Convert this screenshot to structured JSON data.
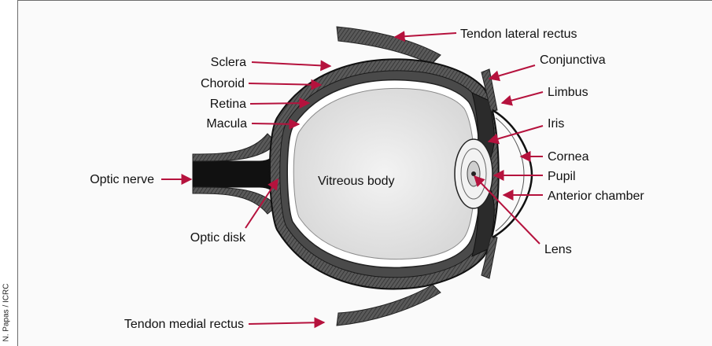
{
  "credit": "N. Papas / ICRC",
  "colors": {
    "arrow": "#b5123d",
    "sclera": "#3a3a3a",
    "background": "#fafafa"
  },
  "labels": {
    "tendon_lateral_rectus": "Tendon lateral rectus",
    "sclera": "Sclera",
    "choroid": "Choroid",
    "retina": "Retina",
    "macula": "Macula",
    "optic_nerve": "Optic nerve",
    "optic_disk": "Optic disk",
    "vitreous_body": "Vitreous body",
    "tendon_medial_rectus": "Tendon medial rectus",
    "conjunctiva": "Conjunctiva",
    "limbus": "Limbus",
    "iris": "Iris",
    "cornea": "Cornea",
    "pupil": "Pupil",
    "anterior_chamber": "Anterior chamber",
    "lens": "Lens"
  }
}
